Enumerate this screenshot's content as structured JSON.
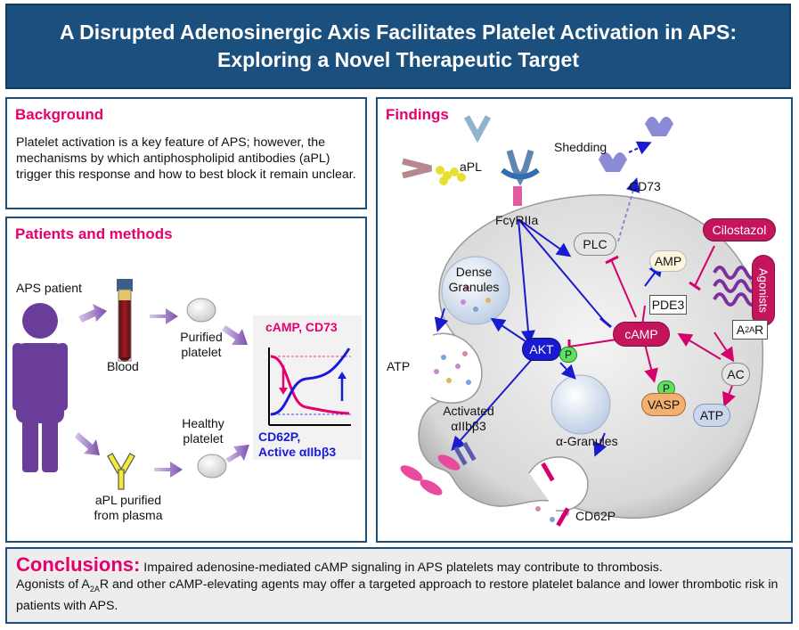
{
  "header": {
    "line1": "A Disrupted Adenosinergic Axis Facilitates Platelet Activation in APS:",
    "line2": "Exploring a Novel Therapeutic Target"
  },
  "background": {
    "title": "Background",
    "text": "Platelet activation is a key feature of APS; however, the mechanisms by which antiphospholipid antibodies (aPL) trigger this response and how to best block it remain unclear."
  },
  "methods": {
    "title": "Patients and methods",
    "aps_patient": "APS patient",
    "blood": "Blood",
    "purified_platelet_1": "Purified",
    "purified_platelet_2": "platelet",
    "healthy_platelet_1": "Healthy",
    "healthy_platelet_2": "platelet",
    "apl_purified_1": "aPL purified",
    "apl_purified_2": "from plasma",
    "graph_top": "cAMP, CD73",
    "graph_bottom_1": "CD62P,",
    "graph_bottom_2": "Active αIIbβ3",
    "colors": {
      "pink": "#e6006e",
      "blue": "#1a1adc",
      "purple": "#6a3d9a"
    }
  },
  "findings": {
    "title": "Findings",
    "apl": "aPL",
    "fcgr": "FcγRIIa",
    "shedding": "Shedding",
    "cd73": "CD73",
    "plc": "PLC",
    "amp": "AMP",
    "cilostazol": "Cilostazol",
    "agonists": "Agonists",
    "pde3": "PDE3",
    "a2ar_main": "A",
    "a2ar_sub": "2A",
    "a2ar_r": "R",
    "dense_granules_1": "Dense",
    "dense_granules_2": "Granules",
    "camp": "cAMP",
    "akt": "AKT",
    "p": "P",
    "atp_left": "ATP",
    "ac": "AC",
    "vasp": "VASP",
    "atp_right": "ATP",
    "activated_1": "Activated",
    "activated_2": "αIIbβ3",
    "alpha_granules": "α-Granules",
    "cd62p": "CD62P"
  },
  "conclusions": {
    "title": "Conclusions:",
    "line1": "Impaired adenosine-mediated cAMP signaling in APS platelets may contribute to thrombosis.",
    "line2_pre": "Agonists of A",
    "line2_sub": "2A",
    "line2_post": "R and other cAMP-elevating agents may offer a targeted approach to restore platelet balance and lower thrombotic risk in patients with APS."
  }
}
